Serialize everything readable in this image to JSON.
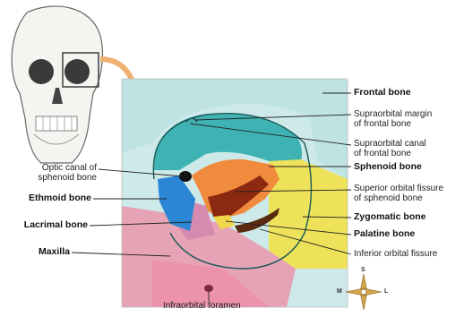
{
  "labels": {
    "frontal_bone": "Frontal bone",
    "supraorbital_margin": "Supraorbital margin",
    "supraorbital_margin_2": "of frontal bone",
    "supraorbital_canal": "Supraorbital canal",
    "supraorbital_canal_2": "of frontal bone",
    "sphenoid_bone": "Sphenoid bone",
    "superior_orbital_fissure": "Superior orbital fissure",
    "superior_orbital_fissure_2": "of sphenoid bone",
    "zygomatic_bone": "Zygomatic bone",
    "palatine_bone": "Palatine bone",
    "inferior_orbital_fissure": "Inferior orbital fissure",
    "optic_canal": "Optic canal of",
    "optic_canal_2": "sphenoid bone",
    "ethmoid_bone": "Ethmoid bone",
    "lacrimal_bone": "Lacrimal bone",
    "maxilla": "Maxilla",
    "infraorbital_foramen": "Infraorbital foramen"
  },
  "compass": {
    "s": "S",
    "m": "M",
    "l": "L"
  },
  "colors": {
    "frontal": "#bfe3e3",
    "frontal_dark": "#3fb3b3",
    "sphenoid": "#f08a3c",
    "sphenoid_dark": "#8b2a10",
    "zygomatic": "#ede25a",
    "palatine": "#f0d64a",
    "maxilla": "#e7a3b6",
    "lacrimal": "#d58bb0",
    "ethmoid": "#2b87d6",
    "leader": "#222222"
  }
}
